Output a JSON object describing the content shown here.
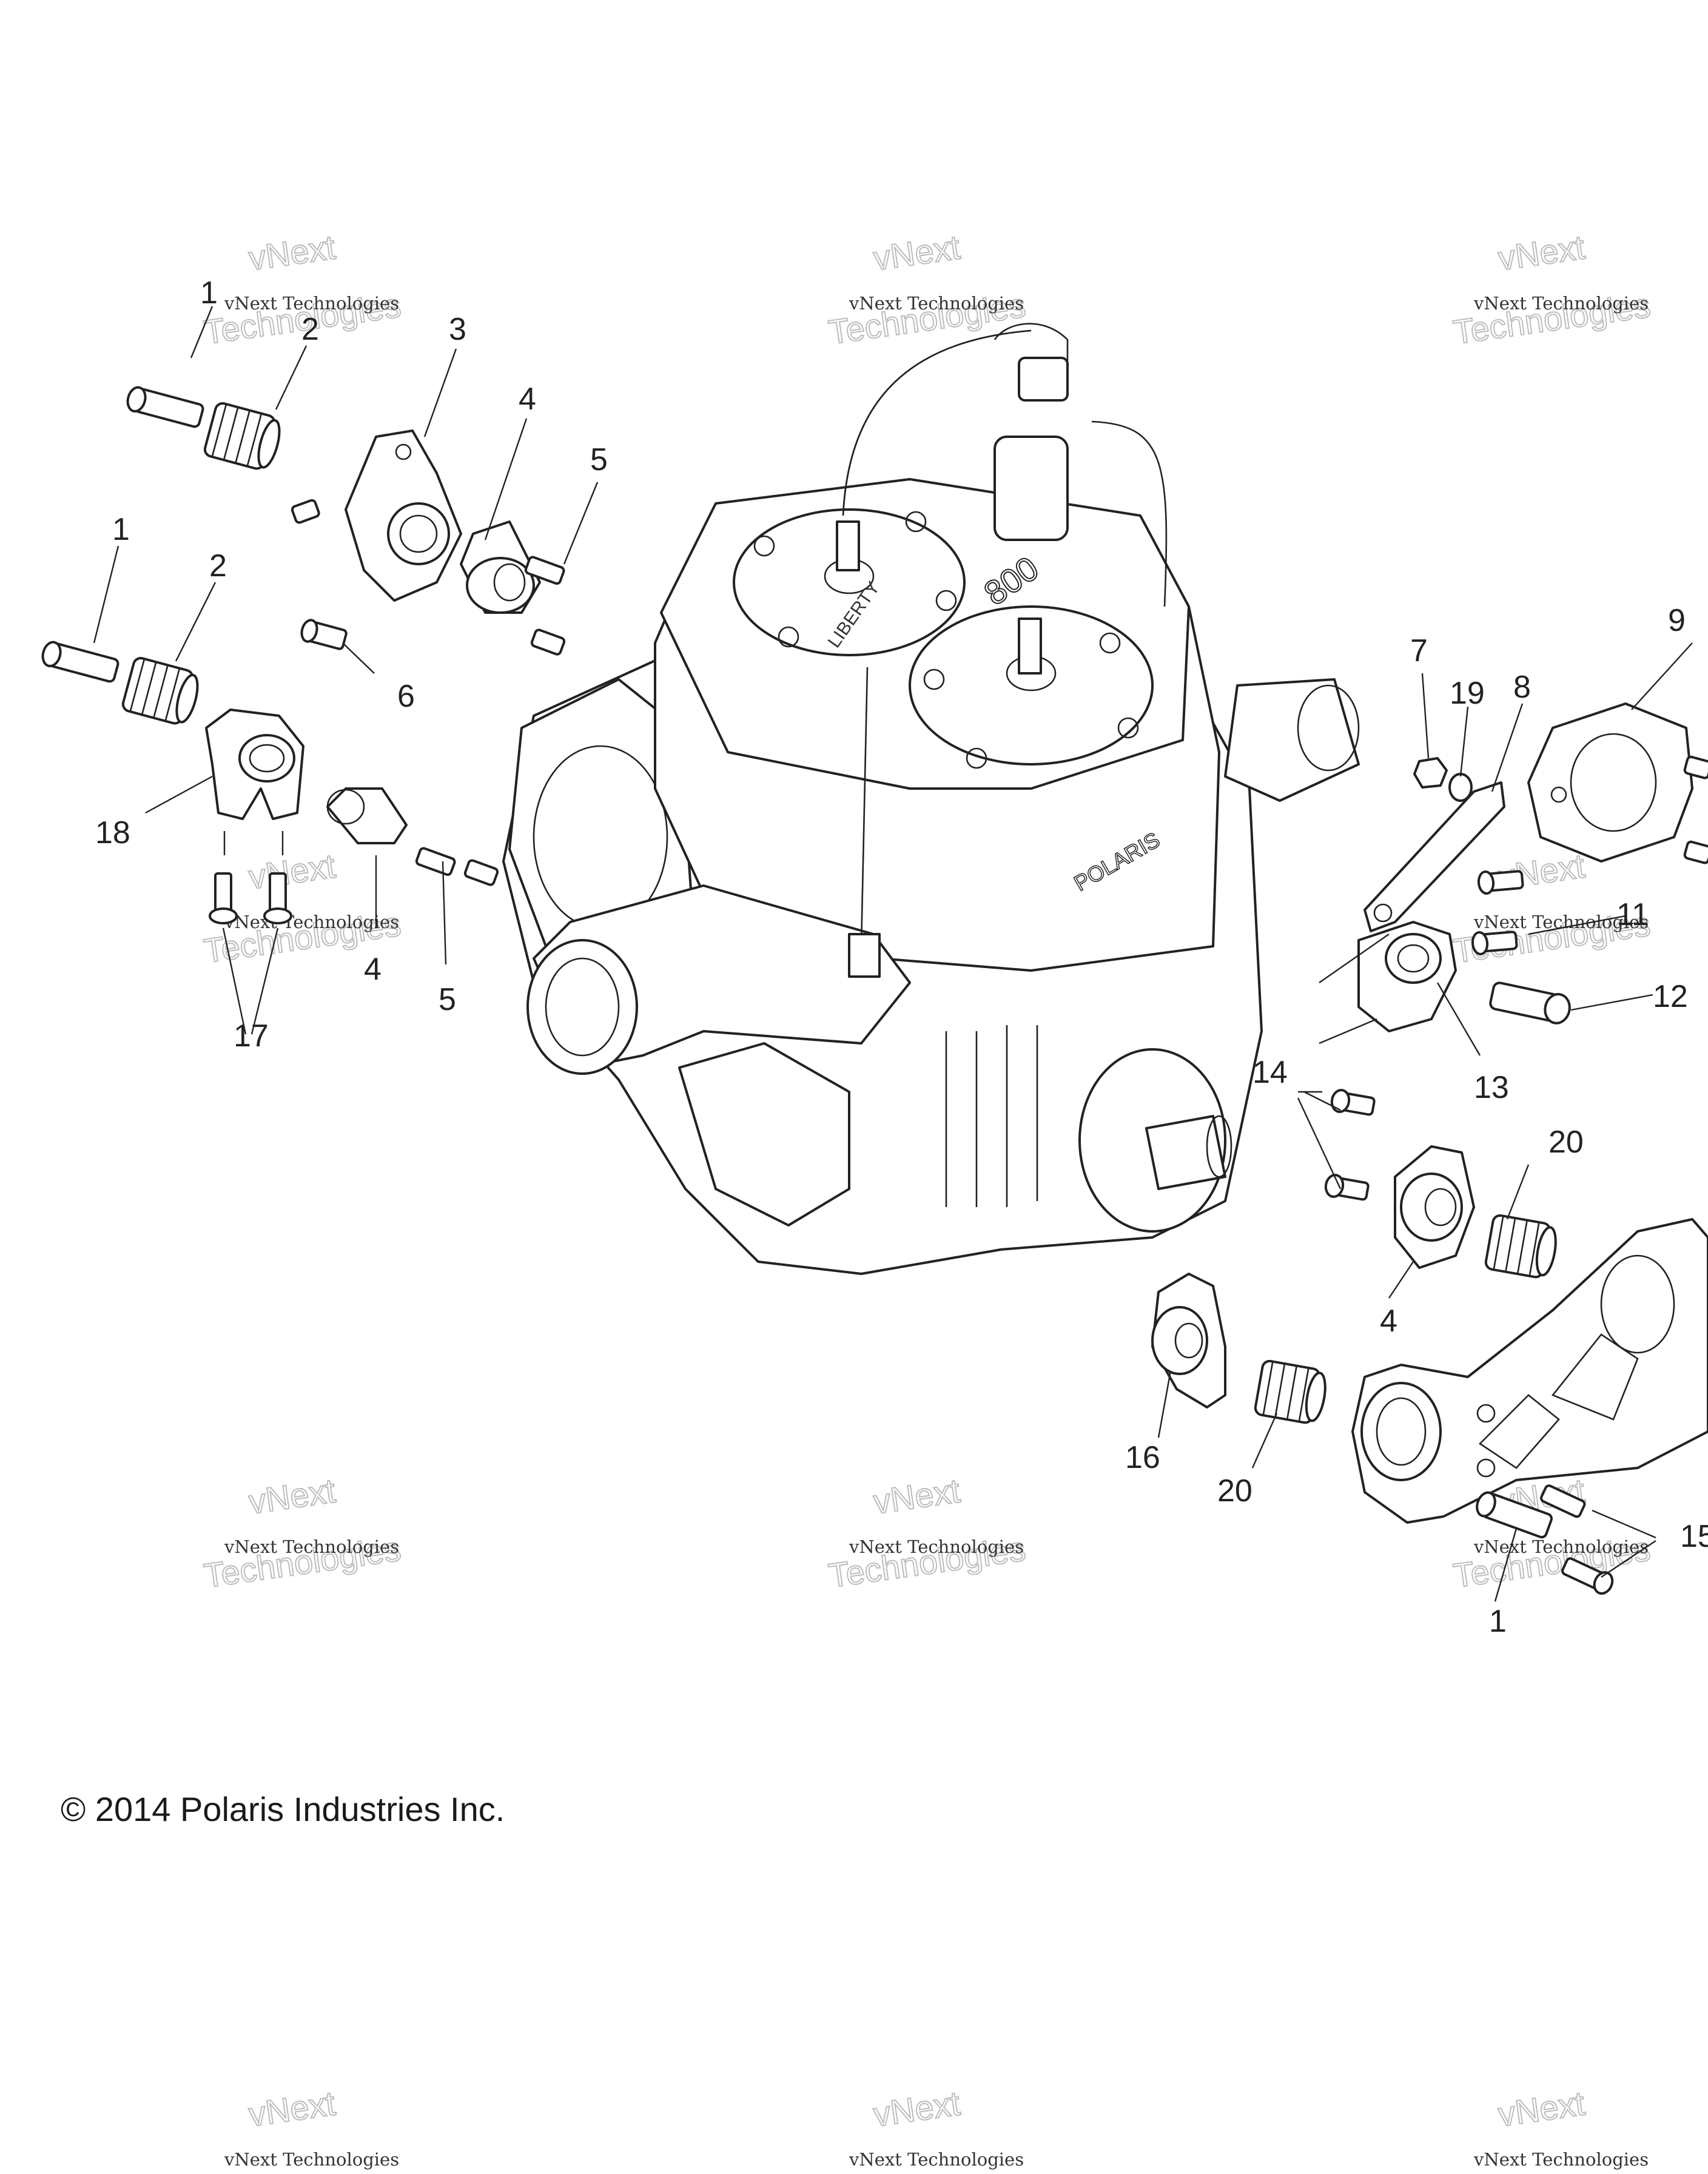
{
  "callouts": [
    {
      "id": "c1a",
      "text": "1"
    },
    {
      "id": "c2a",
      "text": "2"
    },
    {
      "id": "c3",
      "text": "3"
    },
    {
      "id": "c4a",
      "text": "4"
    },
    {
      "id": "c5a",
      "text": "5"
    },
    {
      "id": "c1b",
      "text": "1"
    },
    {
      "id": "c2b",
      "text": "2"
    },
    {
      "id": "c6",
      "text": "6"
    },
    {
      "id": "c18",
      "text": "18"
    },
    {
      "id": "c4b",
      "text": "4"
    },
    {
      "id": "c5b",
      "text": "5"
    },
    {
      "id": "c17",
      "text": "17"
    },
    {
      "id": "c7",
      "text": "7"
    },
    {
      "id": "c19",
      "text": "19"
    },
    {
      "id": "c8",
      "text": "8"
    },
    {
      "id": "c9",
      "text": "9"
    },
    {
      "id": "c11",
      "text": "11"
    },
    {
      "id": "c12",
      "text": "12"
    },
    {
      "id": "c13",
      "text": "13"
    },
    {
      "id": "c14",
      "text": "14"
    },
    {
      "id": "c20a",
      "text": "20"
    },
    {
      "id": "c4c",
      "text": "4"
    },
    {
      "id": "c16",
      "text": "16"
    },
    {
      "id": "c20b",
      "text": "20"
    },
    {
      "id": "c1c",
      "text": "1"
    },
    {
      "id": "c15",
      "text": "15"
    }
  ],
  "watermark": {
    "line1": "vNext Technologies",
    "line2": "vNext",
    "line3": "Technologies"
  },
  "copyright": "© 2014 Polaris Industries Inc.",
  "engine_labels": {
    "displacement": "800",
    "brand": "POLARIS",
    "series": "LIBERTY"
  }
}
